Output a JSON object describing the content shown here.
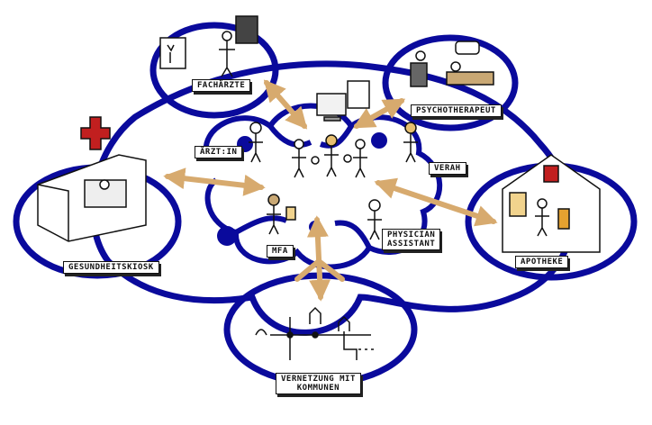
{
  "diagram": {
    "labels": {
      "fachaerzte": "Fachärzte",
      "psychotherapeut": "Psychotherapeut",
      "aerztin": "Ärzt:in",
      "verah": "VERAH",
      "gesundheitskiosk": "Gesundheitskiosk",
      "apotheke": "Apotheke",
      "mfa": "MFA",
      "physician_assistant_1": "Physician",
      "physician_assistant_2": "Assistant",
      "vernetzung_1": "Vernetzung mit",
      "vernetzung_2": "Kommunen"
    },
    "colors": {
      "ring": "#0a0a9c",
      "arrow": "#d7aa6e",
      "cross": "#c11f1f",
      "outline": "#111111"
    },
    "icons": [
      "cross-icon",
      "pharmacy-a-icon",
      "computer-icon",
      "xray-icon",
      "couch-icon",
      "network-icon"
    ]
  }
}
